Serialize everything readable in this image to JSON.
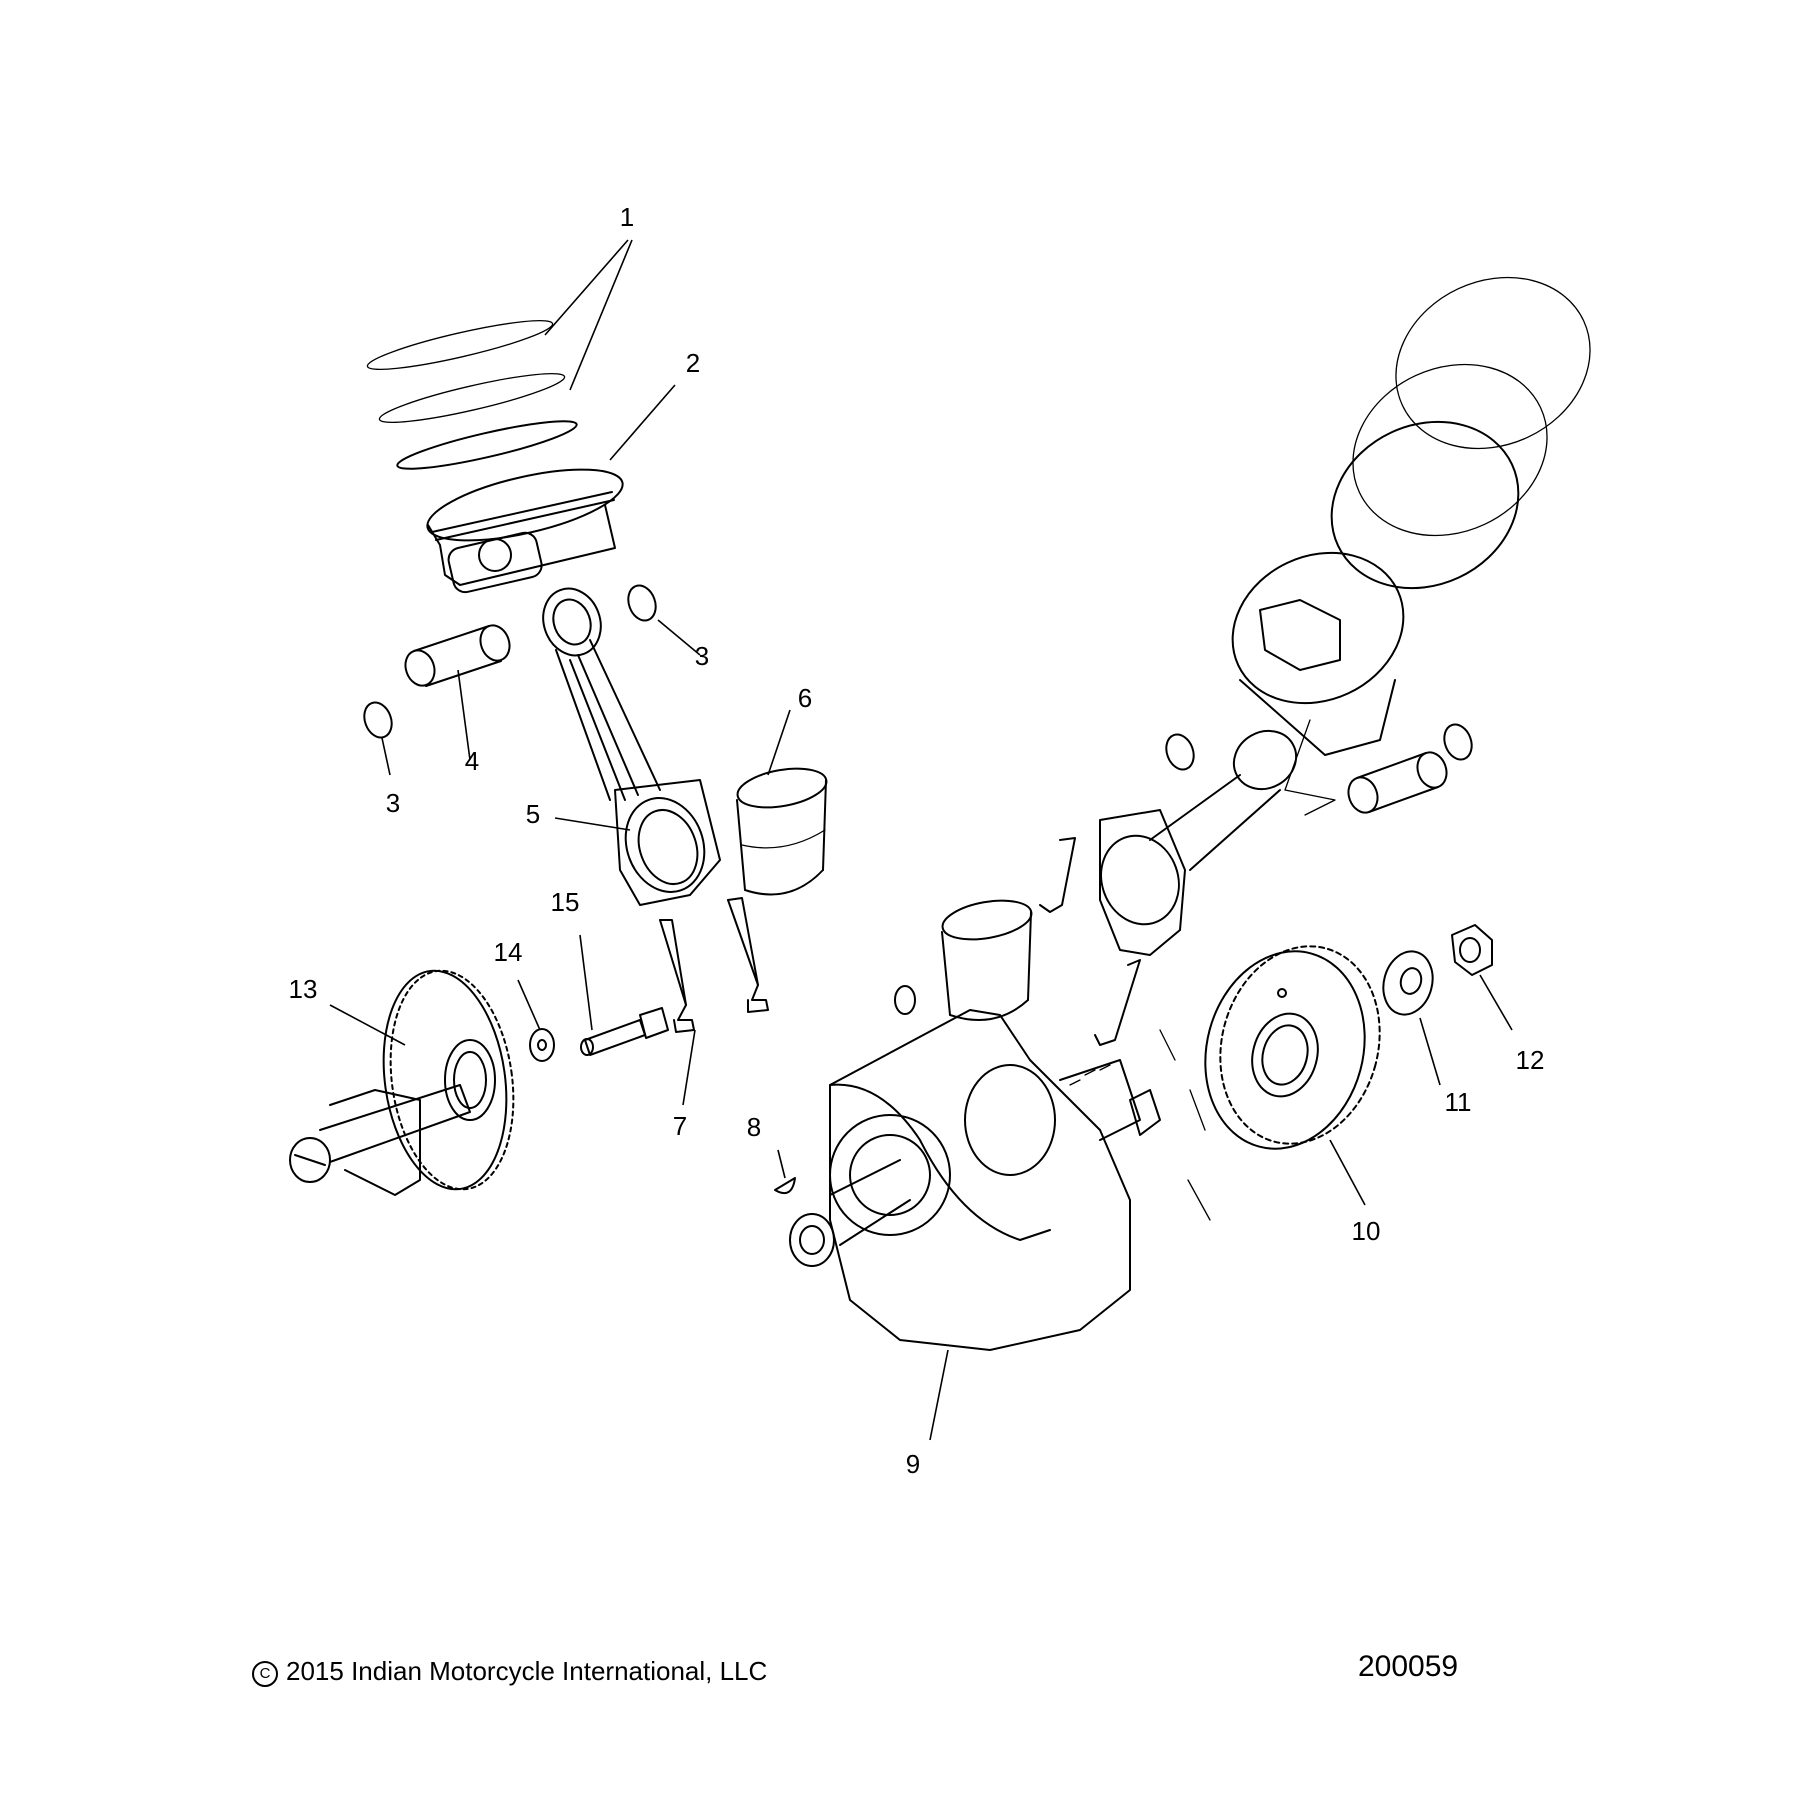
{
  "callouts": [
    {
      "label": "1"
    },
    {
      "label": "2"
    },
    {
      "label": "3"
    },
    {
      "label": "4"
    },
    {
      "label": "3"
    },
    {
      "label": "5"
    },
    {
      "label": "6"
    },
    {
      "label": "7"
    },
    {
      "label": "8"
    },
    {
      "label": "9"
    },
    {
      "label": "10"
    },
    {
      "label": "11"
    },
    {
      "label": "12"
    },
    {
      "label": "13"
    },
    {
      "label": "14"
    },
    {
      "label": "15"
    }
  ],
  "footer": {
    "copyright_symbol": "C",
    "copyright_text": "2015 Indian Motorcycle International, LLC",
    "diagram_id": "200059"
  }
}
